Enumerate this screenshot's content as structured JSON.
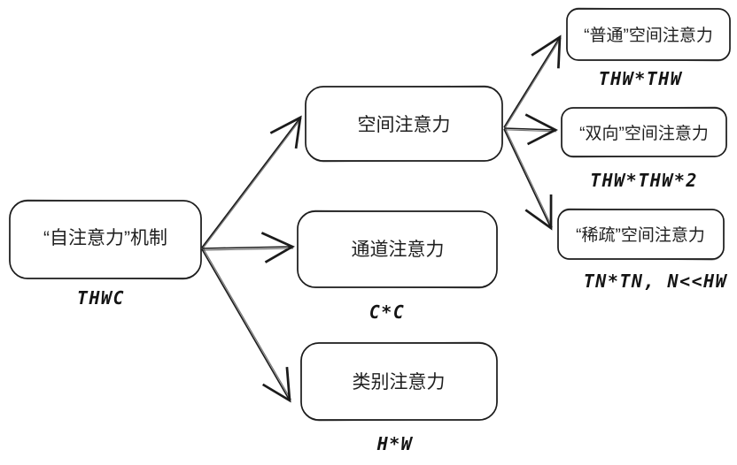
{
  "diagram": {
    "title": "self-attention mechanism taxonomy",
    "colors": {
      "background": "#ffffff",
      "stroke": "#1b1b1b",
      "text": "#1f1f1f"
    },
    "nodes": {
      "root": {
        "label": "“自注意力”机制",
        "sublabel": "THWC"
      },
      "spatial": {
        "label": "空间注意力",
        "sublabel": ""
      },
      "channel": {
        "label": "通道注意力",
        "sublabel": "C*C"
      },
      "category": {
        "label": "类别注意力",
        "sublabel": "H*W"
      },
      "normal_spatial": {
        "label": "“普通”空间注意力",
        "sublabel": "THW*THW"
      },
      "bidirectional_spatial": {
        "label": "“双向”空间注意力",
        "sublabel": "THW*THW*2"
      },
      "sparse_spatial": {
        "label": "“稀疏”空间注意力",
        "sublabel": "TN*TN, N<<HW"
      }
    },
    "edges": [
      {
        "from": "root",
        "to": "spatial"
      },
      {
        "from": "root",
        "to": "channel"
      },
      {
        "from": "root",
        "to": "category"
      },
      {
        "from": "spatial",
        "to": "normal_spatial"
      },
      {
        "from": "spatial",
        "to": "bidirectional_spatial"
      },
      {
        "from": "spatial",
        "to": "sparse_spatial"
      }
    ]
  }
}
